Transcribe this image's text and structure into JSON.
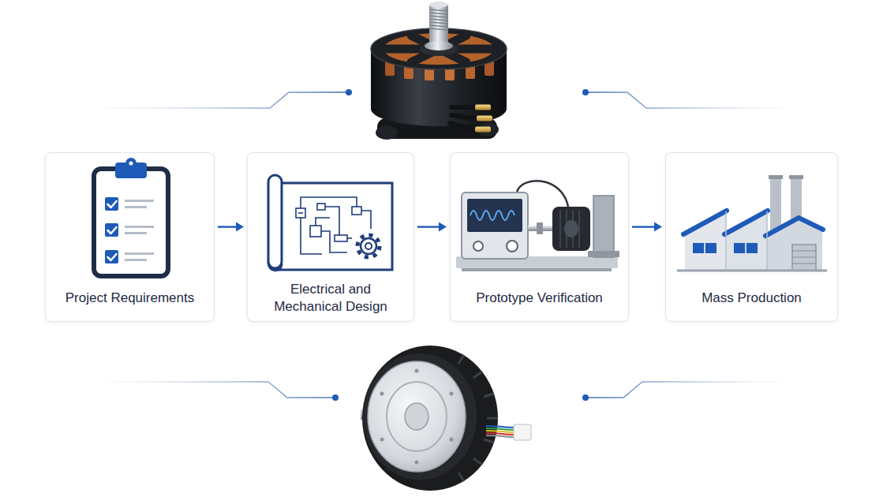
{
  "diagram": {
    "nodes": [
      {
        "text": [
          "Project Requirements"
        ]
      },
      {
        "text": [
          "Electrical and Mechanical Design"
        ]
      },
      {
        "text": [
          "Prototype Verification"
        ]
      },
      {
        "text": [
          "Mass Production"
        ]
      }
    ],
    "edges": [
      {
        "from": 0,
        "to": 1,
        "arrow": "to"
      },
      {
        "from": 1,
        "to": 2,
        "arrow": "to"
      },
      {
        "from": 2,
        "to": 3,
        "arrow": "to"
      }
    ]
  }
}
